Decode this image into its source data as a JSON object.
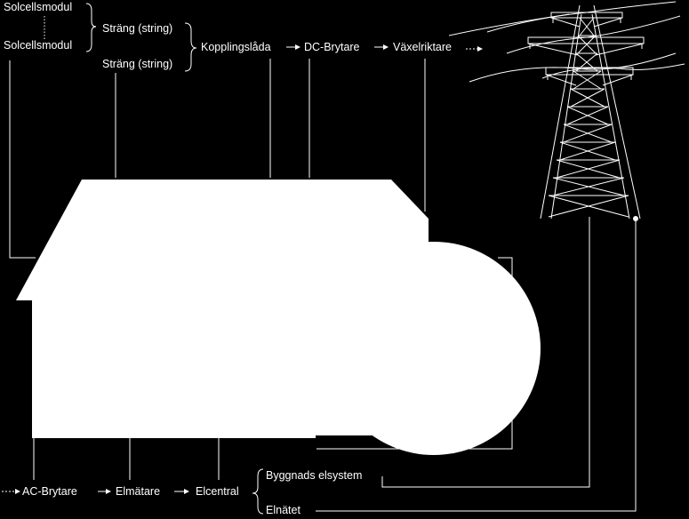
{
  "modules": {
    "module_a": "Solcellsmodul",
    "module_b": "Solcellsmodul"
  },
  "strings": {
    "string_a": "Sträng (string)",
    "string_b": "Sträng (string)"
  },
  "chain_top": {
    "junction_box": "Kopplingslåda",
    "dc_switch": "DC-Brytare",
    "inverter": "Växelriktare"
  },
  "chain_bottom": {
    "ac_switch": "AC-Brytare",
    "meter": "Elmätare",
    "panel": "Elcentral"
  },
  "outputs": {
    "building": "Byggnads elsystem",
    "grid": "Elnätet"
  },
  "colors": {
    "background": "#000000",
    "foreground": "#ffffff"
  }
}
